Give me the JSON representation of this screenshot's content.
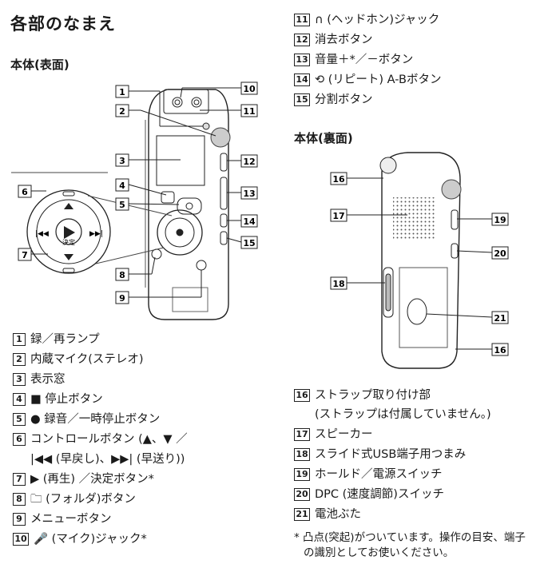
{
  "title": "各部のなまえ",
  "front": {
    "heading": "本体(表面)",
    "callouts": [
      "1",
      "2",
      "3",
      "4",
      "5",
      "6",
      "7",
      "8",
      "9",
      "10",
      "11",
      "12",
      "13",
      "14",
      "15"
    ],
    "button_labels": {
      "left": "|◀◀",
      "right": "▶▶|",
      "center": "決定"
    }
  },
  "back": {
    "heading": "本体(裏面)",
    "callouts": [
      "16",
      "17",
      "18",
      "19",
      "20",
      "21",
      "16"
    ]
  },
  "items": [
    {
      "num": "1",
      "text": "録／再ランプ"
    },
    {
      "num": "2",
      "text": "内蔵マイク(ステレオ)"
    },
    {
      "num": "3",
      "text": "表示窓"
    },
    {
      "num": "4",
      "text": "■ 停止ボタン"
    },
    {
      "num": "5",
      "text": "● 録音／一時停止ボタン"
    },
    {
      "num": "6",
      "text": "コントロールボタン (▲、▼ ／"
    },
    {
      "num": "7",
      "text": "▶ (再生) ／決定ボタン*"
    },
    {
      "num": "8",
      "text": "🗀 (フォルダ)ボタン"
    },
    {
      "num": "9",
      "text": "メニューボタン"
    },
    {
      "num": "10",
      "text": "🎤 (マイク)ジャック*"
    },
    {
      "num": "11",
      "text": "∩ (ヘッドホン)ジャック"
    },
    {
      "num": "12",
      "text": "消去ボタン"
    },
    {
      "num": "13",
      "text": "音量＋*／－ボタン"
    },
    {
      "num": "14",
      "text": "⟲ (リピート) A-Bボタン"
    },
    {
      "num": "15",
      "text": "分割ボタン"
    },
    {
      "num": "16",
      "text": "ストラップ取り付け部"
    },
    {
      "num": "17",
      "text": "スピーカー"
    },
    {
      "num": "18",
      "text": "スライド式USB端子用つまみ"
    },
    {
      "num": "19",
      "text": "ホールド／電源スイッチ"
    },
    {
      "num": "20",
      "text": "DPC (速度調節)スイッチ"
    },
    {
      "num": "21",
      "text": "電池ぶた"
    }
  ],
  "item6_cont": "|◀◀ (早戻し)、▶▶| (早送り))",
  "item16_cont": "(ストラップは付属していません。)",
  "footnote": {
    "line1": "* 凸点(突起)がついています。操作の目安、端子",
    "line2": "の識別としてお使いください。"
  }
}
